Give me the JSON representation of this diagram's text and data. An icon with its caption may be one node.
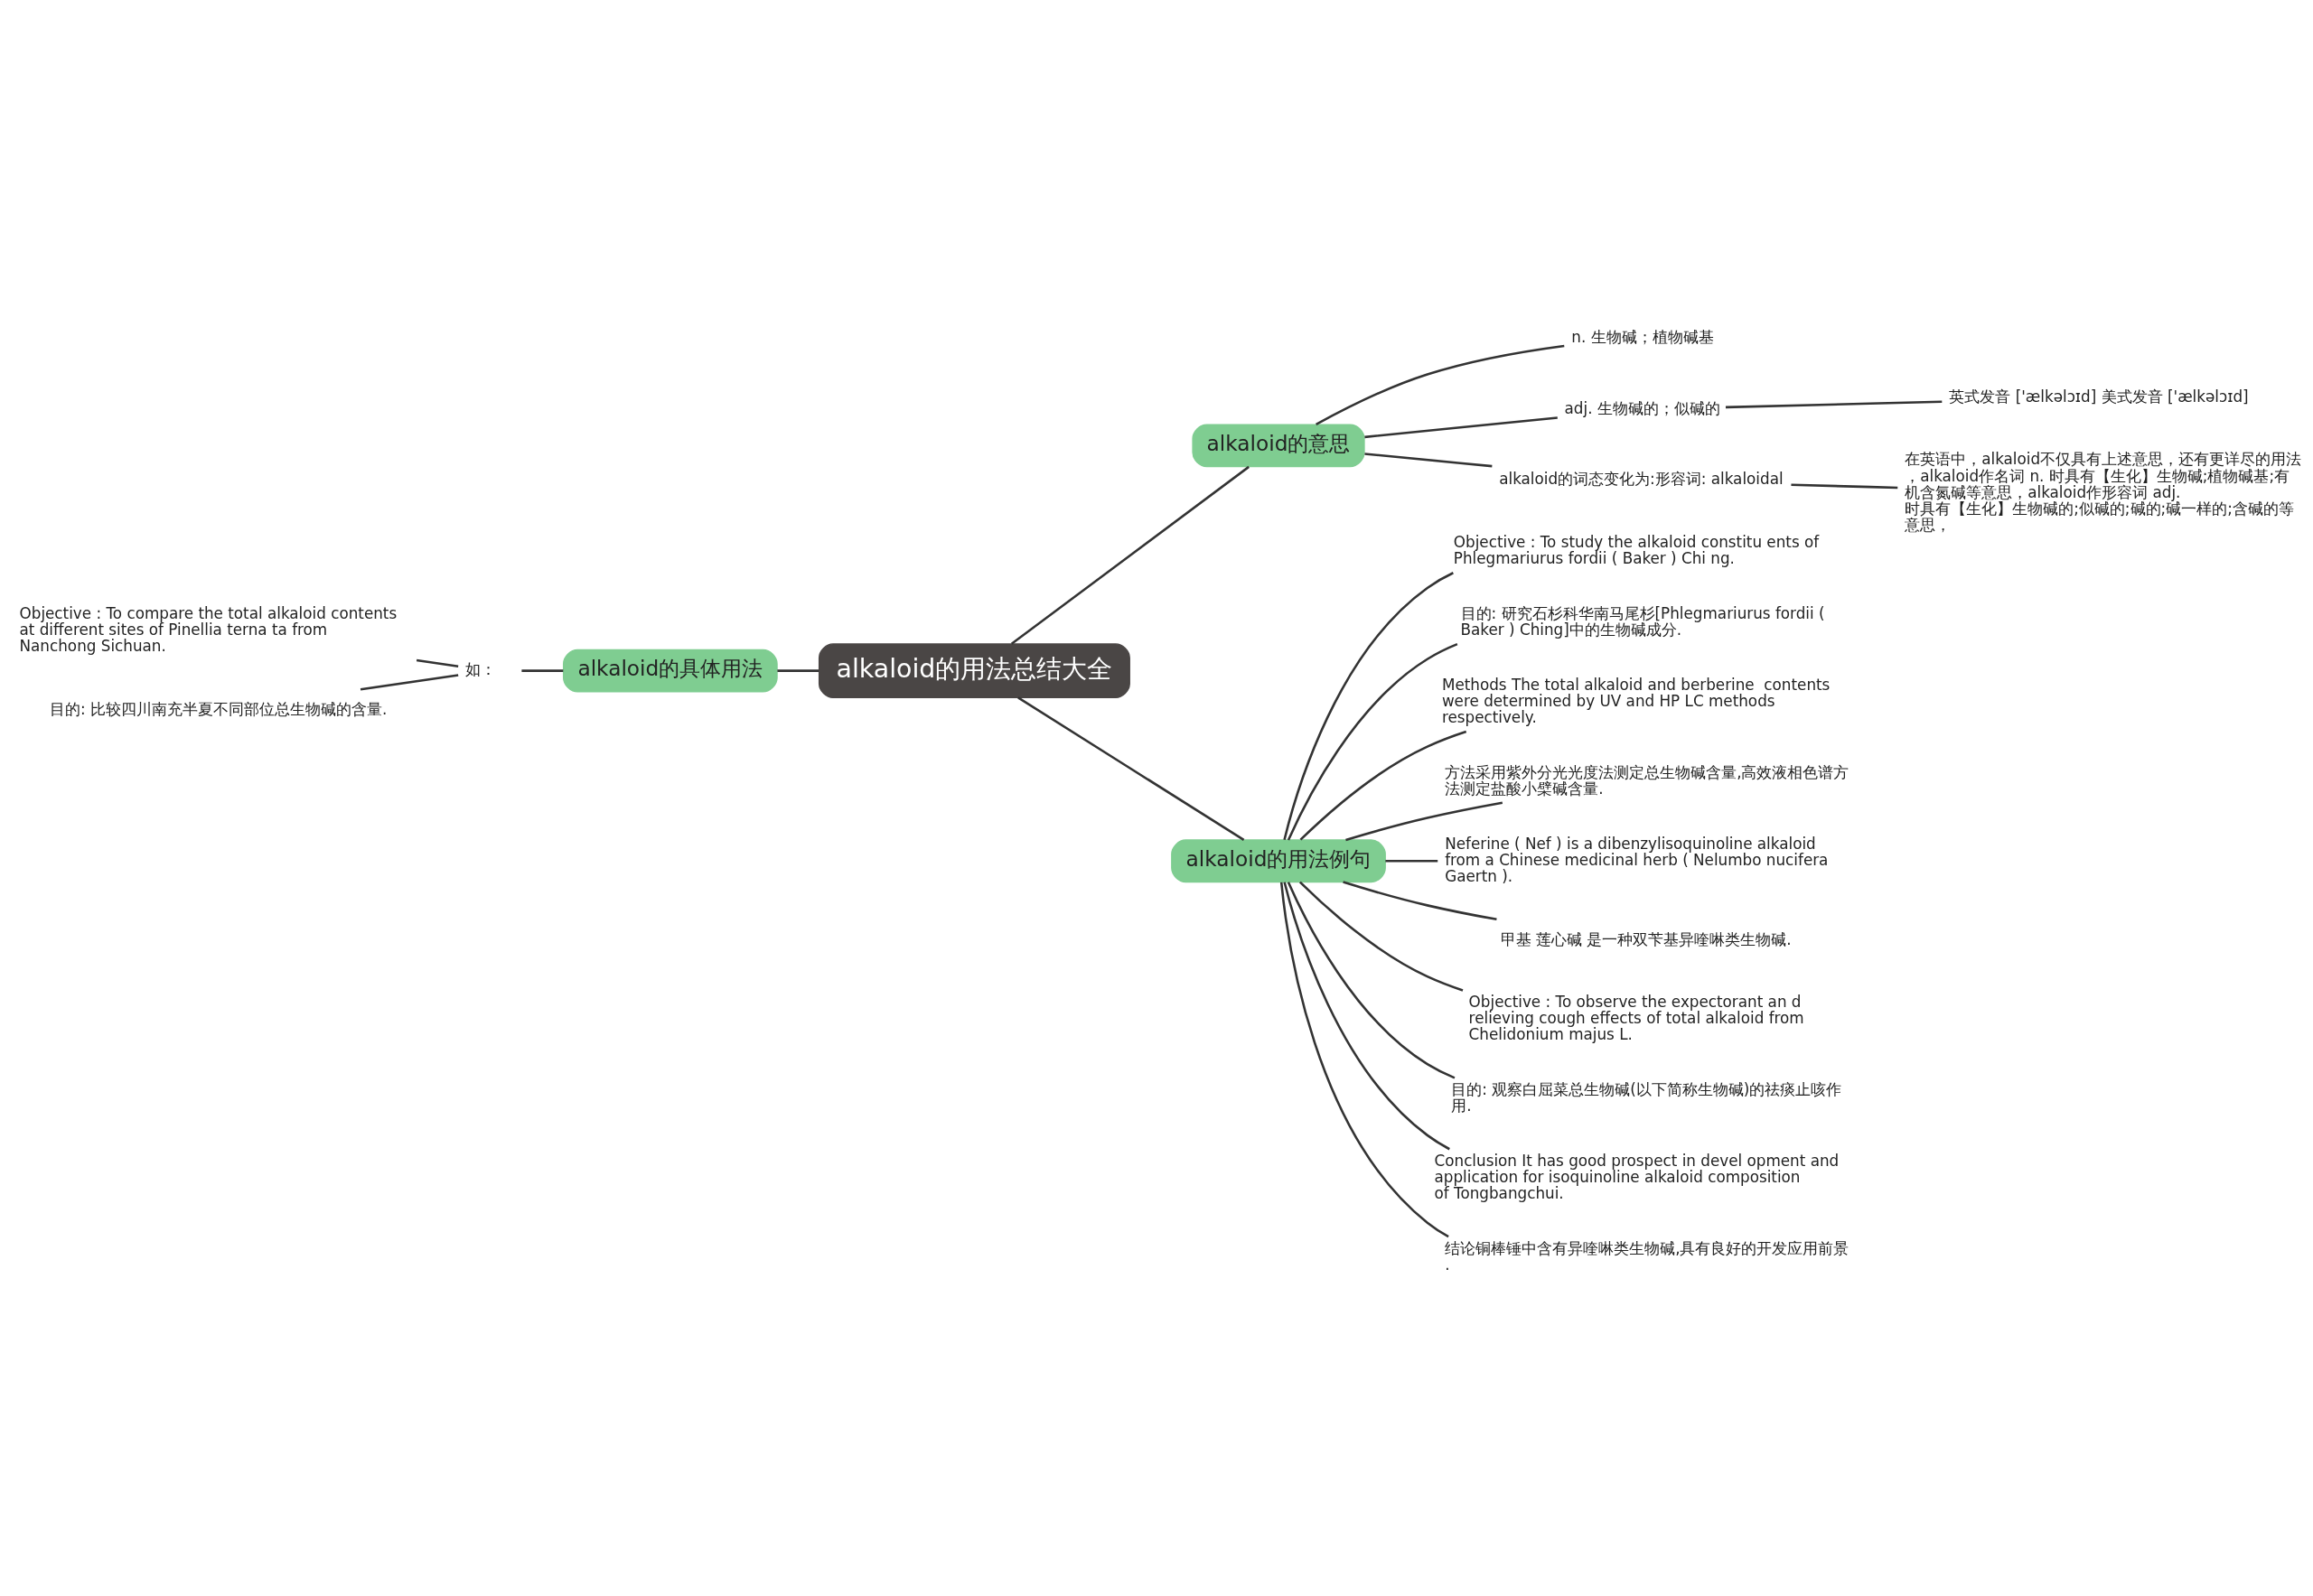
{
  "diagram": {
    "nodes": [
      {
        "text": [
          "alkaloid的用法总结大全"
        ]
      },
      {
        "text": [
          "alkaloid的意思"
        ]
      },
      {
        "text": [
          "n. 生物碱；植物碱基"
        ]
      },
      {
        "text": [
          "adj. 生物碱的；似碱的"
        ]
      },
      {
        "text": [
          "英式发音 ['ælkəlɔɪd] 美式发音 ['ælkəlɔɪd]"
        ]
      },
      {
        "text": [
          "alkaloid的词态变化为:形容词: alkaloidal"
        ]
      },
      {
        "text": [
          "在英语中，alkaloid不仅具有上述意思，还有更详尽的用法，alkaloid作名词 n. 时具有【生化】生物碱;植物碱基;有机含氮碱等意思，alkaloid作形容词 adj. 时具有【生化】生物碱的;似碱的;碱的;碱一样的;含碱的等意思，"
        ]
      },
      {
        "text": [
          "alkaloid的用法例句"
        ]
      },
      {
        "text": [
          "Objective : To study the alkaloid constitu ents of Phlegmariurus fordii ( Baker ) Chi ng."
        ]
      },
      {
        "text": [
          "目的: 研究石杉科华南马尾杉[Phlegmariurus fordii ( Baker ) Ching]中的生物碱成分."
        ]
      },
      {
        "text": [
          "Methods The total alkaloid and berberine  contents were determined by UV and HP LC methods respectively."
        ]
      },
      {
        "text": [
          "方法采用紫外分光光度法测定总生物碱含量,高效液相色谱方法测定盐酸小檗碱含量."
        ]
      },
      {
        "text": [
          "Neferine ( Nef ) is a dibenzylisoquinoline alkaloid from a Chinese medicinal herb ( Nelumbo nucifera Gaertn )."
        ]
      },
      {
        "text": [
          "甲基 莲心碱 是一种双苄基异喹啉类生物碱."
        ]
      },
      {
        "text": [
          "Objective : To observe the expectorant an d relieving cough effects of total alkaloid from Chelidonium majus L."
        ]
      },
      {
        "text": [
          "目的: 观察白屈菜总生物碱(以下简称生物碱)的祛痰止咳作用."
        ]
      },
      {
        "text": [
          "Conclusion It has good prospect in devel opment and application for isoquinoline alkaloid composition of Tongbangchui."
        ]
      },
      {
        "text": [
          "结论铜棒锤中含有异喹啉类生物碱,具有良好的开发应用前景."
        ]
      },
      {
        "text": [
          "alkaloid的具体用法"
        ]
      },
      {
        "text": [
          "如："
        ]
      },
      {
        "text": [
          "Objective : To compare the total alkaloid contents at different sites of Pinellia terna ta from Nanchong Sichuan."
        ]
      },
      {
        "text": [
          "目的: 比较四川南充半夏不同部位总生物碱的含量."
        ]
      }
    ],
    "edges": [
      {
        "from": 0,
        "to": 1,
        "arrow": "none"
      },
      {
        "from": 1,
        "to": 2,
        "arrow": "none"
      },
      {
        "from": 1,
        "to": 3,
        "arrow": "none"
      },
      {
        "from": 3,
        "to": 4,
        "arrow": "none"
      },
      {
        "from": 1,
        "to": 5,
        "arrow": "none"
      },
      {
        "from": 5,
        "to": 6,
        "arrow": "none"
      },
      {
        "from": 0,
        "to": 7,
        "arrow": "none"
      },
      {
        "from": 7,
        "to": 8,
        "arrow": "none"
      },
      {
        "from": 7,
        "to": 9,
        "arrow": "none"
      },
      {
        "from": 7,
        "to": 10,
        "arrow": "none"
      },
      {
        "from": 7,
        "to": 11,
        "arrow": "none"
      },
      {
        "from": 7,
        "to": 12,
        "arrow": "none"
      },
      {
        "from": 7,
        "to": 13,
        "arrow": "none"
      },
      {
        "from": 7,
        "to": 14,
        "arrow": "none"
      },
      {
        "from": 7,
        "to": 15,
        "arrow": "none"
      },
      {
        "from": 7,
        "to": 16,
        "arrow": "none"
      },
      {
        "from": 7,
        "to": 17,
        "arrow": "none"
      },
      {
        "from": 0,
        "to": 18,
        "arrow": "none"
      },
      {
        "from": 18,
        "to": 19,
        "arrow": "none"
      },
      {
        "from": 19,
        "to": 20,
        "arrow": "none"
      },
      {
        "from": 19,
        "to": 21,
        "arrow": "none"
      }
    ]
  }
}
